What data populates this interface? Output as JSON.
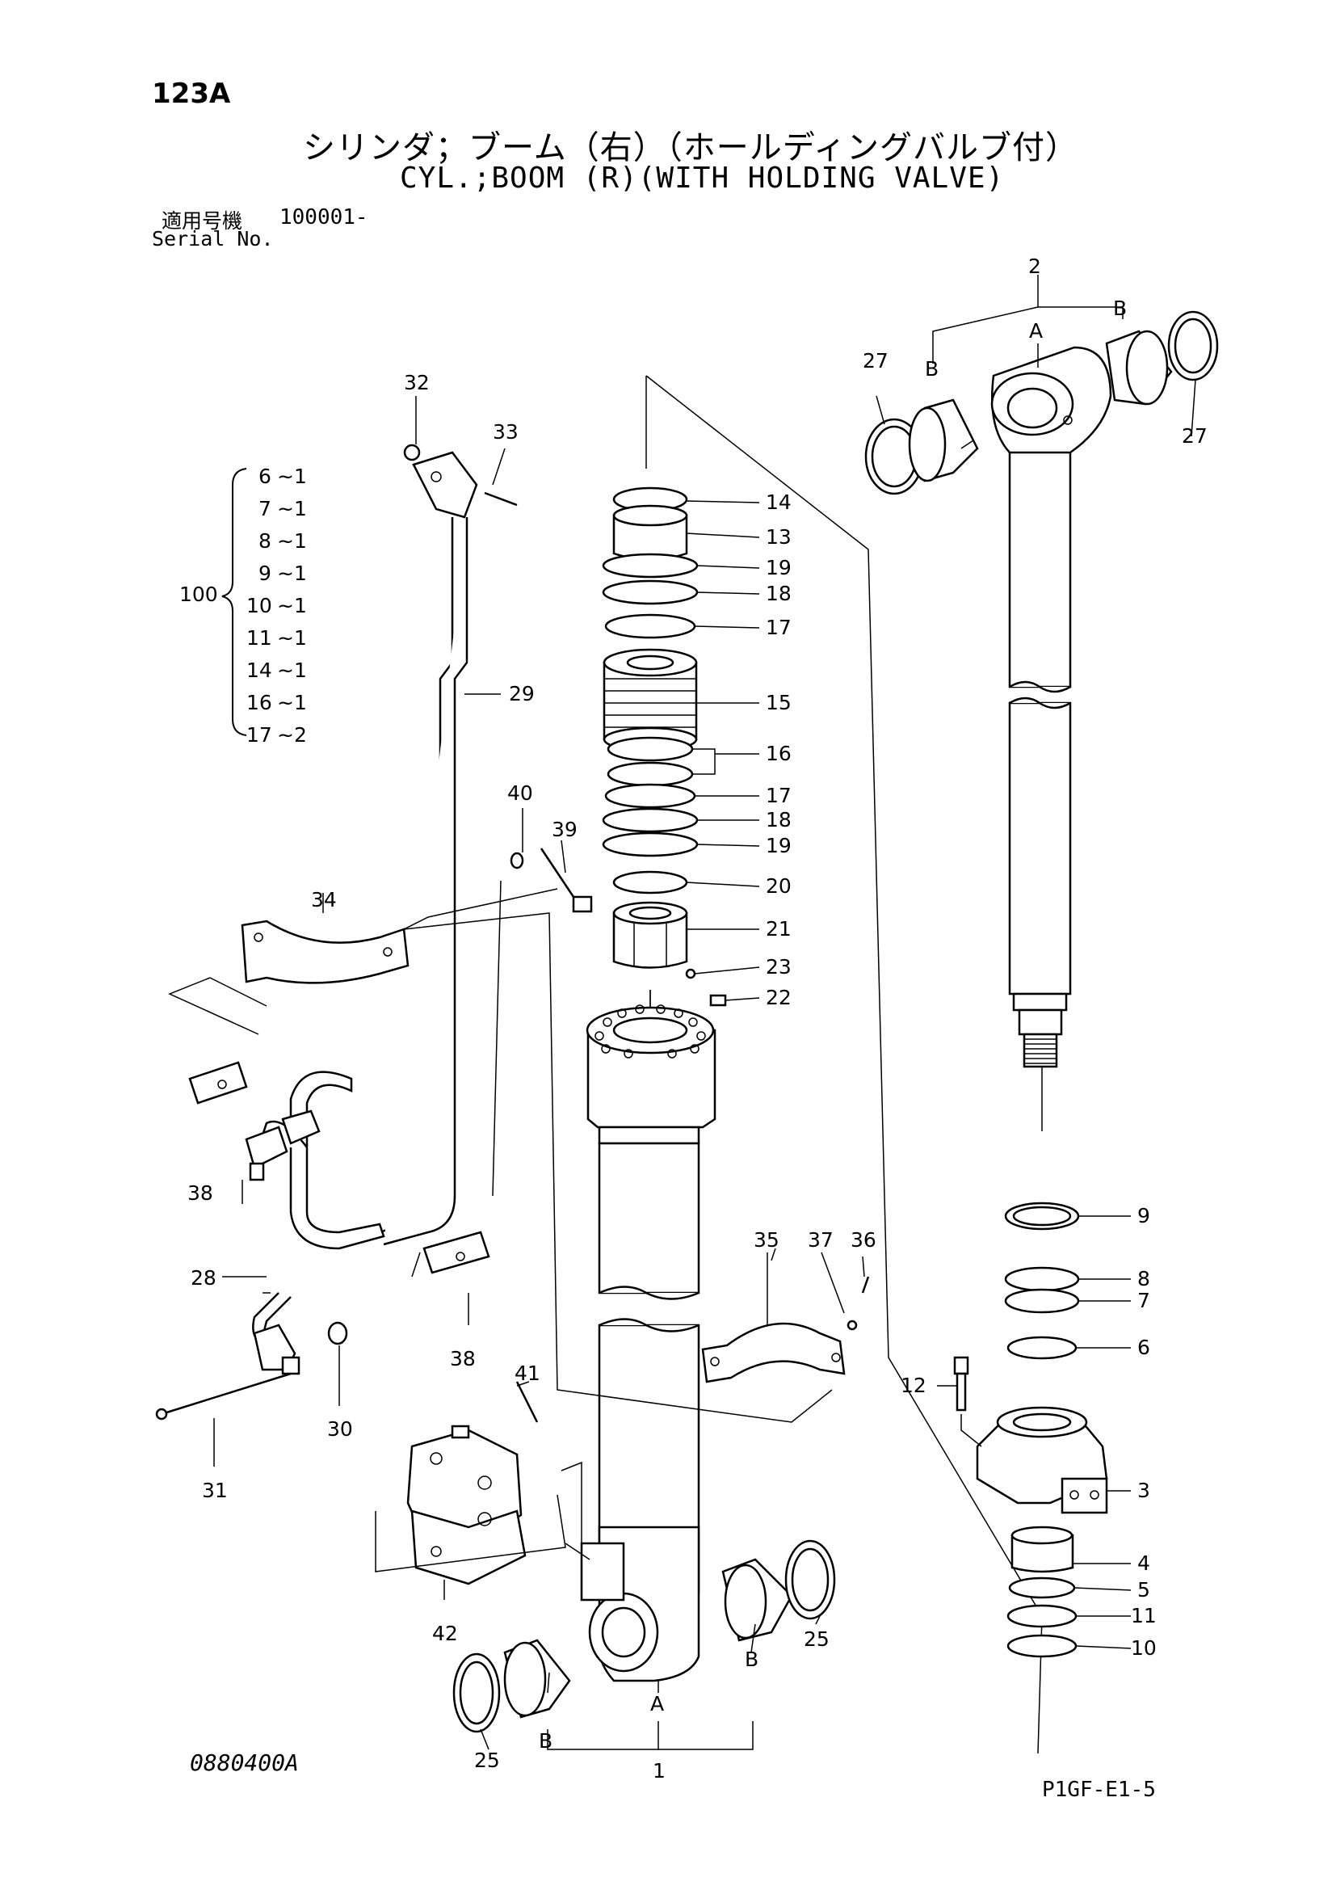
{
  "header": {
    "page_code": "123A",
    "title_ja": "シリンダ；ブーム（右）（ホールディングバルブ付）",
    "title_en": "CYL.;BOOM (R)(WITH HOLDING VALVE)",
    "serial_label_ja": "適用号機",
    "serial_number": "100001-",
    "serial_label_en": "Serial No."
  },
  "kit": {
    "label": "100",
    "items": [
      {
        "part": "6",
        "qty": "~1"
      },
      {
        "part": "7",
        "qty": "~1"
      },
      {
        "part": "8",
        "qty": "~1"
      },
      {
        "part": "9",
        "qty": "~1"
      },
      {
        "part": "10",
        "qty": "~1"
      },
      {
        "part": "11",
        "qty": "~1"
      },
      {
        "part": "14",
        "qty": "~1"
      },
      {
        "part": "16",
        "qty": "~1"
      },
      {
        "part": "17",
        "qty": "~2"
      }
    ]
  },
  "callouts": {
    "p1": "1",
    "p2": "2",
    "p3": "3",
    "p4": "4",
    "p5": "5",
    "p6": "6",
    "p7": "7",
    "p8": "8",
    "p9": "9",
    "p10": "10",
    "p11": "11",
    "p12": "12",
    "p13": "13",
    "p14": "14",
    "p15": "15",
    "p16": "16",
    "p17a": "17",
    "p17b": "17",
    "p18a": "18",
    "p18b": "18",
    "p19a": "19",
    "p19b": "19",
    "p20": "20",
    "p21": "21",
    "p22": "22",
    "p23": "23",
    "p25a": "25",
    "p25b": "25",
    "p27a": "27",
    "p27b": "27",
    "p28": "28",
    "p29": "29",
    "p30": "30",
    "p31": "31",
    "p32": "32",
    "p33": "33",
    "p34": "34",
    "p35": "35",
    "p36": "36",
    "p37": "37",
    "p38a": "38",
    "p38b": "38",
    "p39": "39",
    "p40": "40",
    "p41": "41",
    "p42": "42"
  },
  "letters": {
    "a_top": "A",
    "b_top_left": "B",
    "b_top_right": "B",
    "a_bottom": "A",
    "b_bottom_left": "B",
    "b_bottom_right": "B"
  },
  "footer": {
    "ref_code": "0880400A",
    "page_ref": "P1GF-E1-5"
  }
}
